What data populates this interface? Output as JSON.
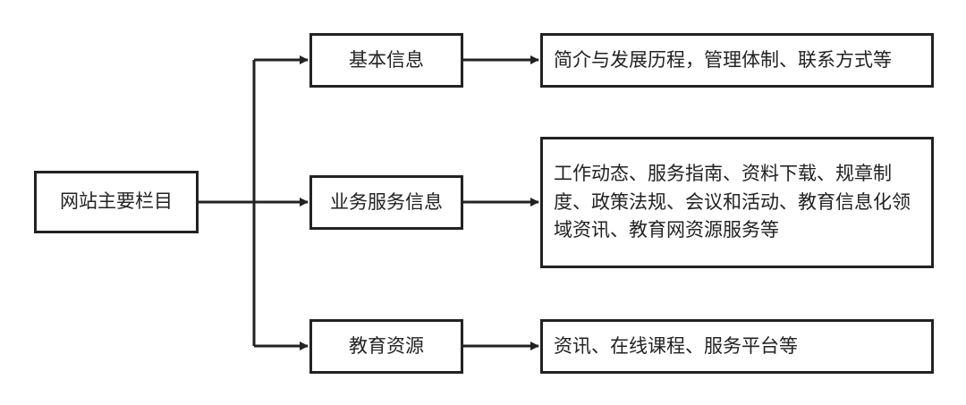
{
  "root": {
    "label": "网站主要栏目"
  },
  "categories": [
    {
      "label": "基本信息",
      "detail": "简介与发展历程，管理体制、联系方式等"
    },
    {
      "label": "业务服务信息",
      "detail": "工作动态、服务指南、资料下载、规章制度、政策法规、会议和活动、教育信息化领域资讯、教育网资源服务等"
    },
    {
      "label": "教育资源",
      "detail": "资讯、在线课程、服务平台等"
    }
  ],
  "colors": {
    "stroke": "#222222",
    "background": "#ffffff"
  }
}
